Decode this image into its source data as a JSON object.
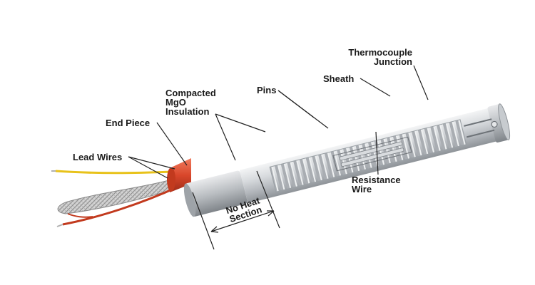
{
  "labels": {
    "thermocouple_junction": [
      "Thermocouple",
      "Junction"
    ],
    "sheath": "Sheath",
    "pins": "Pins",
    "compacted_mgo": [
      "Compacted",
      "MgO",
      "Insulation"
    ],
    "end_piece": "End Piece",
    "lead_wires": "Lead Wires",
    "resistance_wire": [
      "Resistance",
      "Wire"
    ],
    "no_heat_section": [
      "No Heat",
      "Section"
    ]
  },
  "colors": {
    "sheath_light": "#e6e8ea",
    "sheath_mid": "#bfc3c7",
    "sheath_dark": "#8e9398",
    "insulation_white": "#f4f4f2",
    "lead_red": "#d9472b",
    "lead_yellow": "#e8c21a",
    "braid": "#c9c9c9",
    "line": "#222222"
  }
}
